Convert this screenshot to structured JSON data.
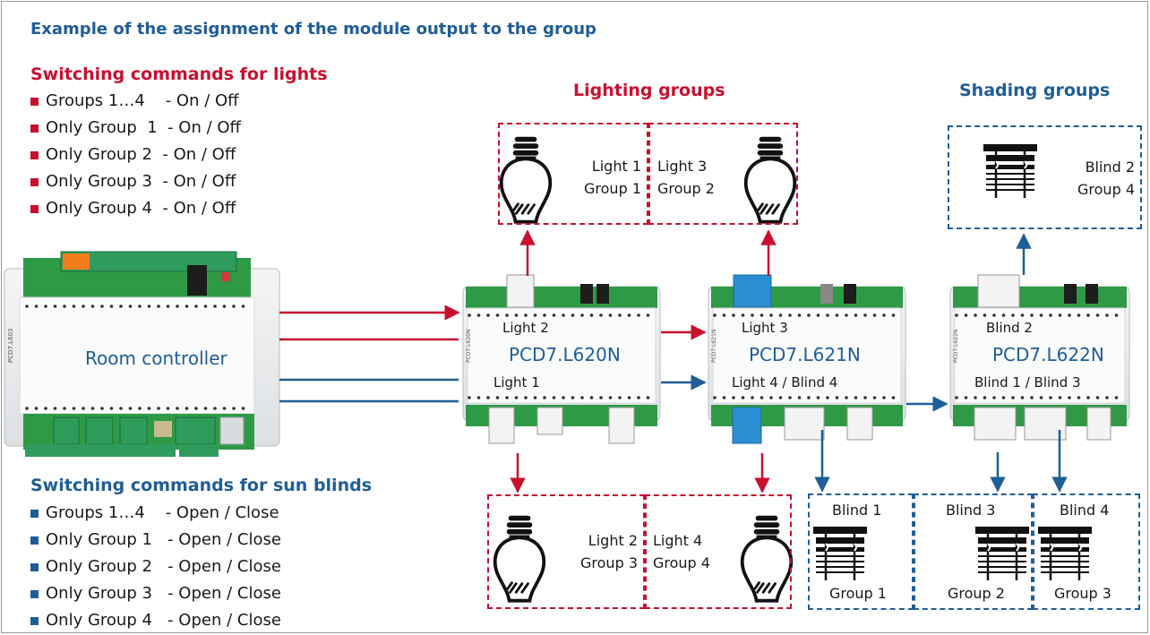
{
  "title": "Example of the assignment of the module output to the group",
  "lights_section": {
    "heading": "Switching commands for lights",
    "items": [
      "Groups 1…4    - On / Off",
      "Only Group  1  - On / Off",
      "Only Group 2  - On / Off",
      "Only Group 3  - On / Off",
      "Only Group 4  - On / Off"
    ]
  },
  "blinds_section": {
    "heading": "Switching commands for sun blinds",
    "items": [
      "Groups 1…4    - Open / Close",
      "Only Group 1   - Open / Close",
      "Only Group 2   - Open / Close",
      "Only Group 3   - Open / Close",
      "Only Group 4   - Open / Close"
    ]
  },
  "lighting_groups_heading": "Lighting groups",
  "shading_groups_heading": "Shading groups",
  "room_controller": {
    "label": "Room controller",
    "side_text": "PCD7.L603"
  },
  "modules": [
    {
      "name": "PCD7.L620N",
      "top_label": "Light 2",
      "bottom_label": "Light 1",
      "side_text": "PCD7.L620N"
    },
    {
      "name": "PCD7.L621N",
      "top_label": "Light 3",
      "bottom_label": "Light 4 / Blind 4",
      "side_text": "PCD7.L621N"
    },
    {
      "name": "PCD7.L622N",
      "top_label": "Blind 2",
      "bottom_label": "Blind 1 / Blind 3",
      "side_text": "PCD7.L622N"
    }
  ],
  "top_groups": {
    "g1": {
      "line1": "Light 1",
      "line2": "Group 1"
    },
    "g2": {
      "line1": "Light 3",
      "line2": "Group 2"
    },
    "shade": {
      "line1": "Blind 2",
      "line2": "Group 4"
    }
  },
  "bottom_groups": {
    "g3": {
      "line1": "Light 2",
      "line2": "Group 3"
    },
    "g4": {
      "line1": "Light 4",
      "line2": "Group 4"
    },
    "b1": {
      "line1": "Blind 1",
      "line2": "Group 1"
    },
    "b3": {
      "line1": "Blind 3",
      "line2": "Group 2"
    },
    "b4": {
      "line1": "Blind 4",
      "line2": "Group 3"
    }
  },
  "colors": {
    "red": "#c8102e",
    "blue": "#1f5d97",
    "pcb_green": "#2f9a46",
    "connector_blue": "#2a8fd0",
    "terminal_green": "#2e9c5b"
  },
  "icons": [
    "light-bulb-icon",
    "blind-icon",
    "arrow-icon"
  ]
}
